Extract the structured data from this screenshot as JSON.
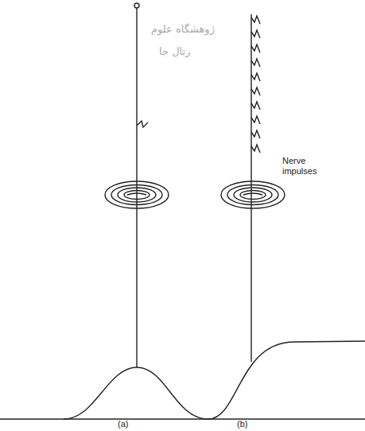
{
  "diagram": {
    "labels": [
      "Nerve impulses",
      "(a)",
      "(b)",
      "ژوهشگاه علوم",
      "رتال جا"
    ]
  }
}
